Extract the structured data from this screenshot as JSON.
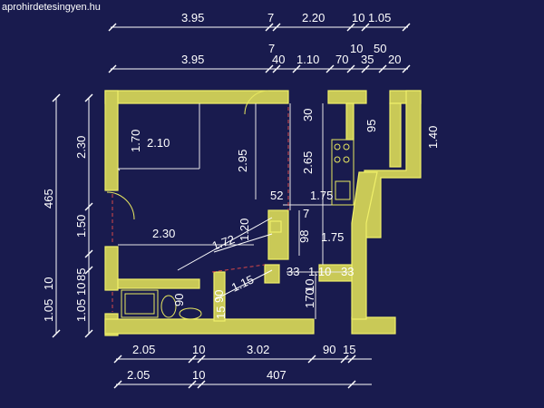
{
  "watermark": "aprohirdetesingyen.hu",
  "top_row1": [
    "3.95",
    "7",
    "2.20",
    "10",
    "1.05"
  ],
  "top_row2": [
    "7",
    "3.95",
    "40",
    "1.10",
    "70",
    "10",
    "50",
    "35",
    "20"
  ],
  "left_labels": [
    "465",
    "2.30",
    "1.50",
    "1.05",
    "10",
    "85",
    "1.05",
    "10"
  ],
  "room_labels": {
    "bed_w": "2.10",
    "bed_h": "1.70",
    "room_h": "2.95",
    "hall_h": "2.65",
    "wall30": "30",
    "wall95": "95",
    "side_140": "1.40",
    "kitchen_w": "1.75",
    "k52": "52",
    "k7": "7",
    "k120": "1.20",
    "k98": "98",
    "k175b": "1.75",
    "room_w": "2.30",
    "diag": "1.72",
    "bath_90": "90",
    "bath_90b": "90",
    "bath_15": "15",
    "b115": "1.15",
    "c33a": "33",
    "c110": "1.10",
    "c33b": "33",
    "c170": "170",
    "c10": "10"
  },
  "bottom_row1": [
    "2.05",
    "10",
    "3.02",
    "90",
    "15"
  ],
  "bottom_row2": [
    "2.05",
    "10",
    "407"
  ]
}
